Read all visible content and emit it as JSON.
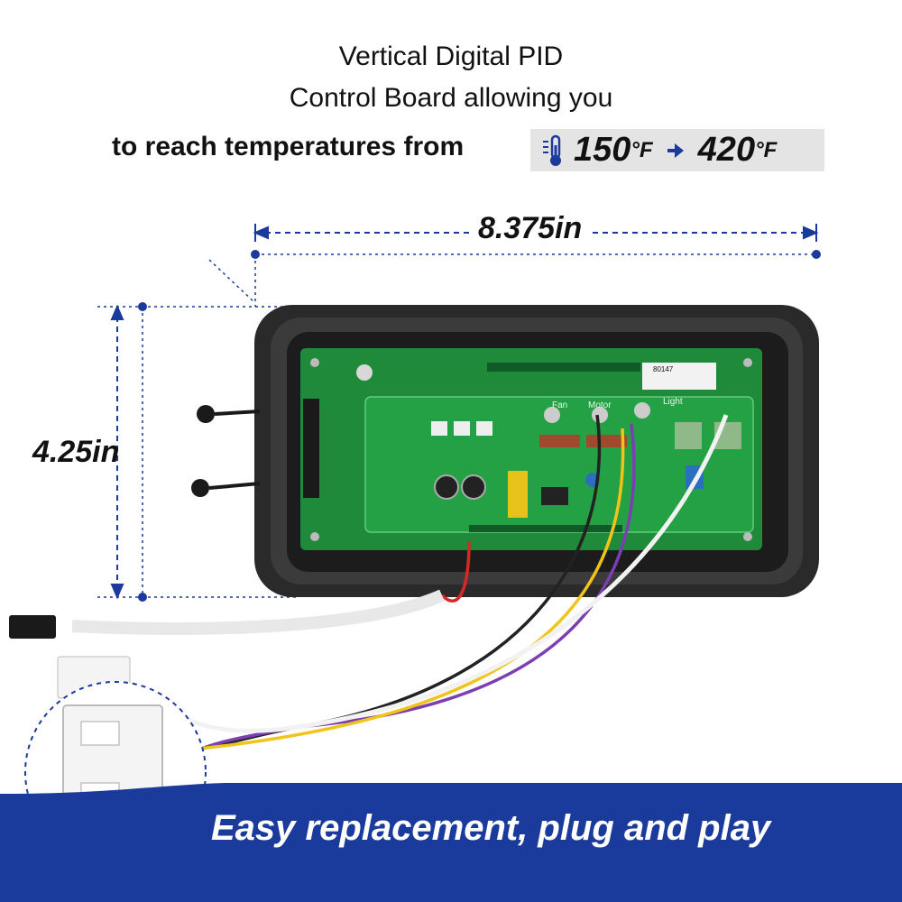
{
  "headline": {
    "line1": "Vertical Digital PID",
    "line2": "Control Board allowing you",
    "line3": "to reach temperatures from"
  },
  "temperature": {
    "min_value": "150",
    "max_value": "420",
    "unit": "°F",
    "icon": "thermometer-icon",
    "arrow_icon": "right-arrow-icon"
  },
  "dimensions": {
    "width": "8.375in",
    "height": "4.25in"
  },
  "board_labels": {
    "fan": "Fan",
    "motor": "Motor",
    "light": "Light",
    "part_no": "80147"
  },
  "banner": {
    "text": "Easy replacement, plug and play"
  },
  "colors": {
    "accent_blue": "#1a3a9c",
    "pcb_green": "#1f8a3a",
    "housing": "#2a2a2a",
    "temp_box_bg": "#e4e4e4"
  }
}
